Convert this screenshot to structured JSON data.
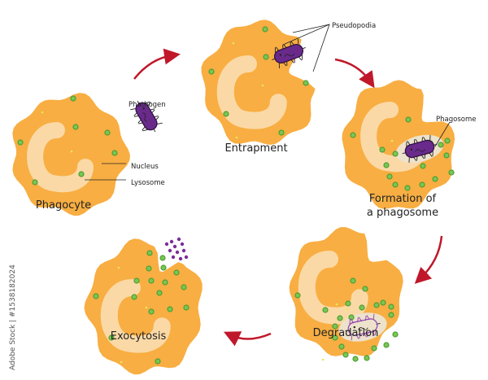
{
  "colors": {
    "cytoplasm": "#F8AE42",
    "nucleus": "#FBD9A6",
    "lysosome": "#7BC653",
    "lysosome_ring": "#4E9E34",
    "pathogen": "#6A2A8C",
    "phagosome": "#EDE2CC",
    "arrow": "#C0182A"
  },
  "stages": {
    "phagocyte": "Phagocyte",
    "entrapment": "Entrapment",
    "formation_line1": "Formation of",
    "formation_line2": "a phagosome",
    "degradation": "Degradation",
    "exocytosis": "Exocytosis"
  },
  "callouts": {
    "pathogen": "Phathogen",
    "nucleus": "Nucleus",
    "lysosome": "Lysosome",
    "pseudopodia": "Pseudopodia",
    "phagosome": "Phagosome"
  },
  "watermark": "Adobe Stock | #1538182024"
}
